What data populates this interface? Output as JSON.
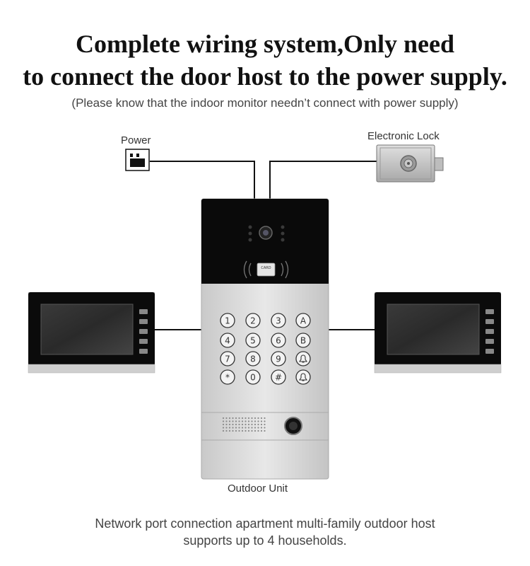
{
  "headline": {
    "line1": "Complete wiring system,Only need",
    "line2": "to connect the door host to the power supply."
  },
  "subtitle": "(Please know that the indoor monitor needn’t connect with power supply)",
  "labels": {
    "power": "Power",
    "electronic_lock": "Electronic Lock",
    "outdoor_unit": "Outdoor Unit"
  },
  "caption": {
    "line1": "Network port connection apartment multi-family outdoor host",
    "line2": "supports up to 4 households."
  },
  "keypad": {
    "keys": [
      "1",
      "2",
      "3",
      "A",
      "4",
      "5",
      "6",
      "B",
      "7",
      "8",
      "9",
      "bell",
      "*",
      "0",
      "#",
      "bell"
    ]
  },
  "card_reader_text": "CARD",
  "colors": {
    "wire": "#111111",
    "panel_black": "#0a0a0a",
    "panel_silver": "#d9d9d9"
  }
}
